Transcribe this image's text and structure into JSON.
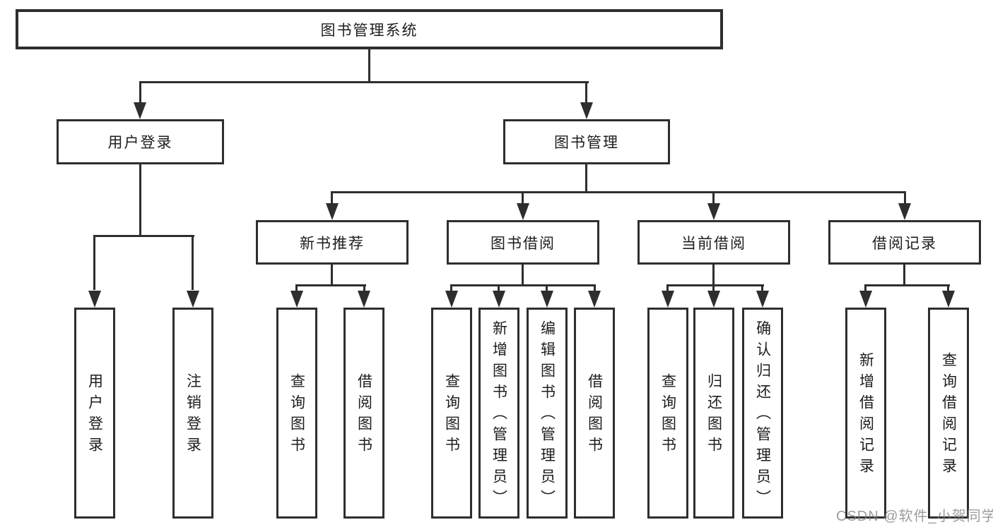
{
  "diagram": {
    "root": "图书管理系统",
    "level2": [
      "用户登录",
      "图书管理"
    ],
    "level3": [
      "新书推荐",
      "图书借阅",
      "当前借阅",
      "借阅记录"
    ],
    "leaves_user": [
      "用户登录",
      "注销登录"
    ],
    "leaves_newbook": [
      "查询图书",
      "借阅图书"
    ],
    "leaves_borrow": [
      "查询图书",
      "新增图书（管理员）",
      "编辑图书（管理员）",
      "借阅图书"
    ],
    "leaves_current": [
      "查询图书",
      "归还图书",
      "确认归还（管理员）"
    ],
    "leaves_record": [
      "新增借阅记录",
      "查询借阅记录"
    ]
  },
  "watermark": {
    "text": "CSDN @软件_小贺同学"
  },
  "colors": {
    "line": "#2e2e2e",
    "text": "#1d1d1d",
    "background": "#ffffff",
    "watermark": "#808080"
  }
}
